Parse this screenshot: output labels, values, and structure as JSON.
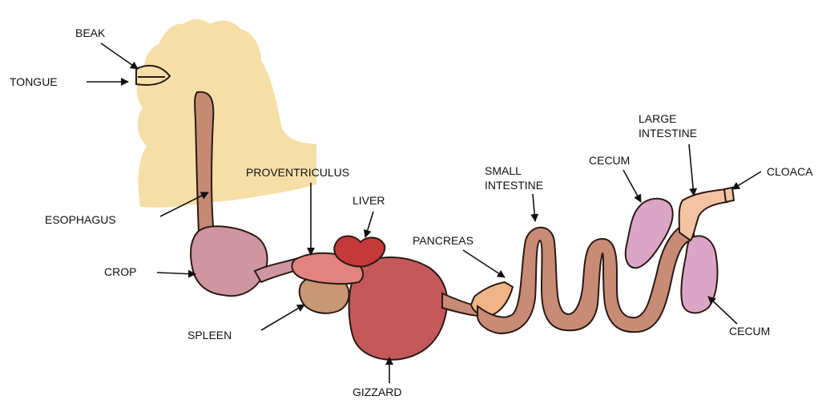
{
  "labels": {
    "beak": "BEAK",
    "tongue": "TONGUE",
    "esophagus": "ESOPHAGUS",
    "crop": "CROP",
    "proventriculus": "PROVENTRICULUS",
    "liver": "LIVER",
    "spleen": "SPLEEN",
    "gizzard": "GIZZARD",
    "pancreas": "PANCREAS",
    "small_intestine_1": "SMALL",
    "small_intestine_2": "INTESTINE",
    "cecum_top": "CECUM",
    "large_intestine_1": "LARGE",
    "large_intestine_2": "INTESTINE",
    "cloaca": "CLOACA",
    "cecum_bottom": "CECUM"
  },
  "colors": {
    "head": "#f6dfa6",
    "esophagus": "#c48a73",
    "crop": "#cf95a0",
    "proventriculus": "#e1837f",
    "liver": "#c5393b",
    "spleen": "#c89774",
    "gizzard": "#c4585b",
    "pancreas": "#efb487",
    "small_intestine": "#c88b76",
    "cecum": "#dba6c6",
    "large_intestine": "#f3c3a3"
  }
}
